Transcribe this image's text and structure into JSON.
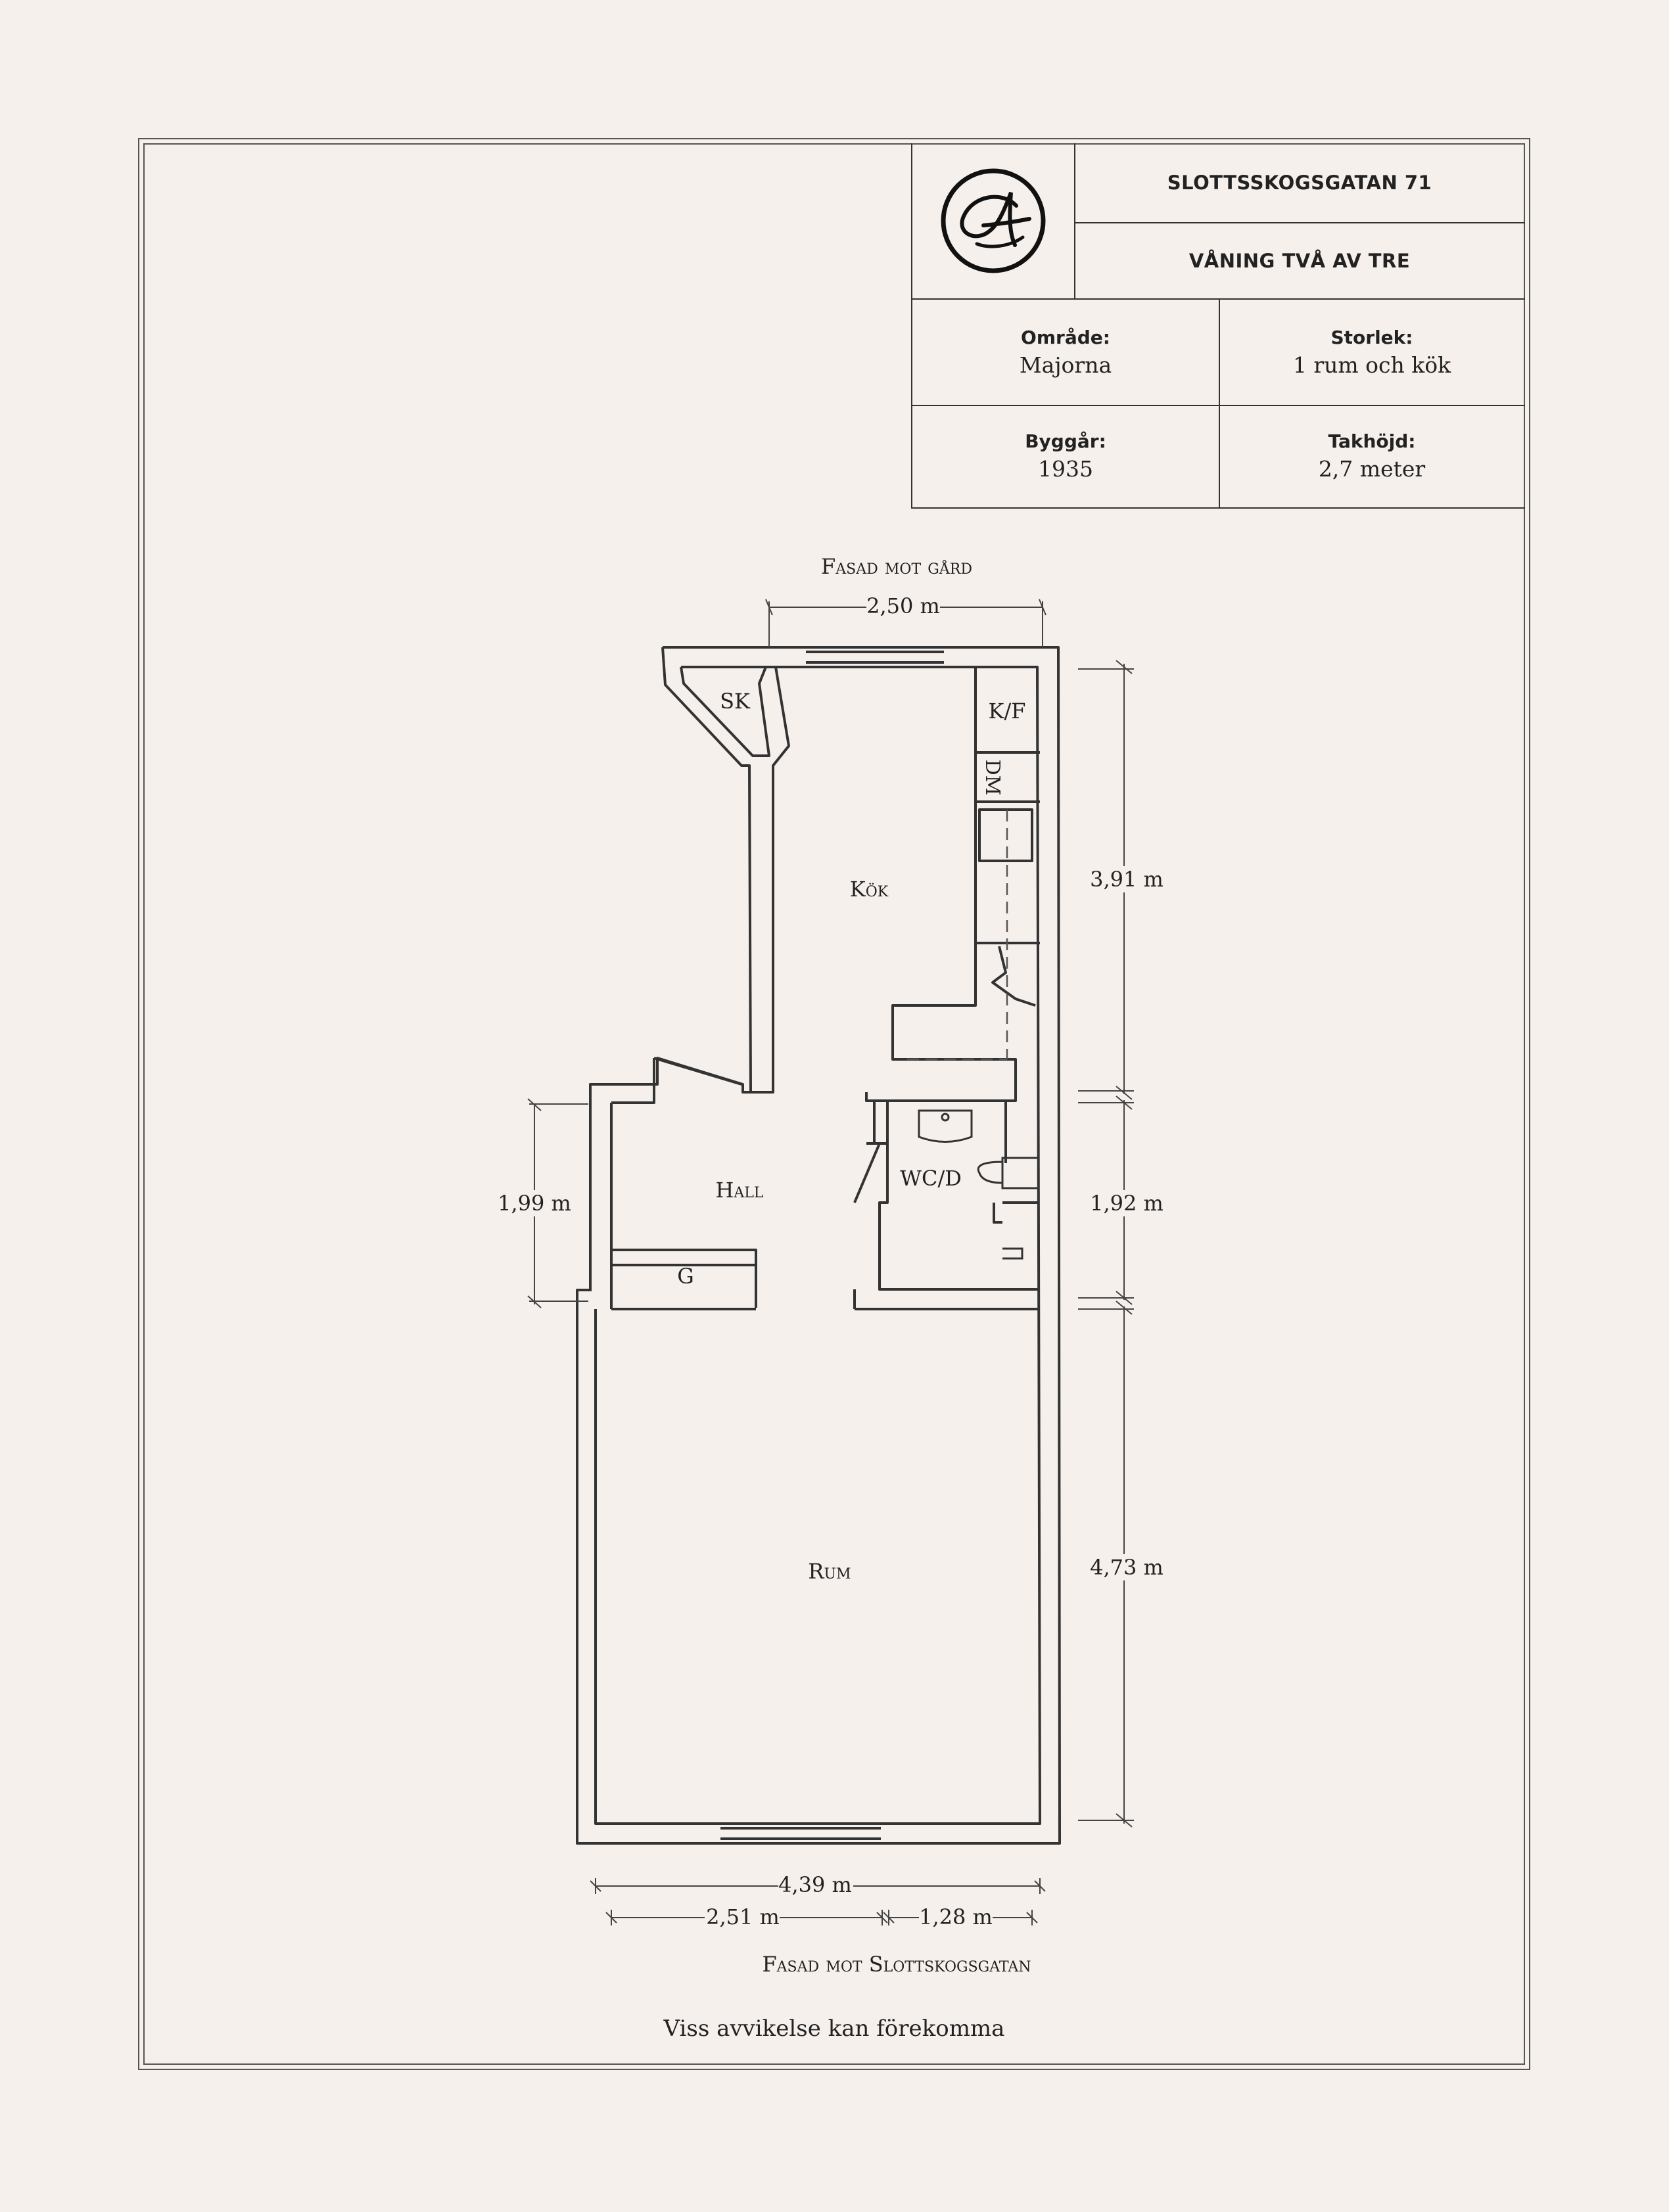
{
  "title_block": {
    "address": "SLOTTSSKOGSGATAN 71",
    "floor": "VÅNING TVÅ AV TRE",
    "area_label": "Område:",
    "area_value": "Majorna",
    "size_label": "Storlek:",
    "size_value": "1 rum och kök",
    "year_label": "Byggår:",
    "year_value": "1935",
    "height_label": "Takhöjd:",
    "height_value": "2,7 meter",
    "logo_icon": "monogram-logo-icon"
  },
  "plan": {
    "facade_top": "Fasad mot gård",
    "facade_bottom": "Fasad mot Slottskogsgatan",
    "rooms": {
      "sk": "SK",
      "kf": "K/F",
      "dm": "DM",
      "kok": "Kök",
      "hall": "Hall",
      "wcd": "WC/D",
      "g": "G",
      "rum": "Rum"
    },
    "dimensions": {
      "top": "2,50 m",
      "right_kitchen": "3,91 m",
      "right_wc": "1,92 m",
      "right_room": "4,73 m",
      "left_hall": "1,99 m",
      "bottom_total": "4,39 m",
      "bottom_left": "2,51 m",
      "bottom_right": "1,28 m"
    }
  },
  "disclaimer": "Viss avvikelse kan förekomma",
  "colors": {
    "background": "#f6f0ec",
    "ink": "#222222"
  }
}
